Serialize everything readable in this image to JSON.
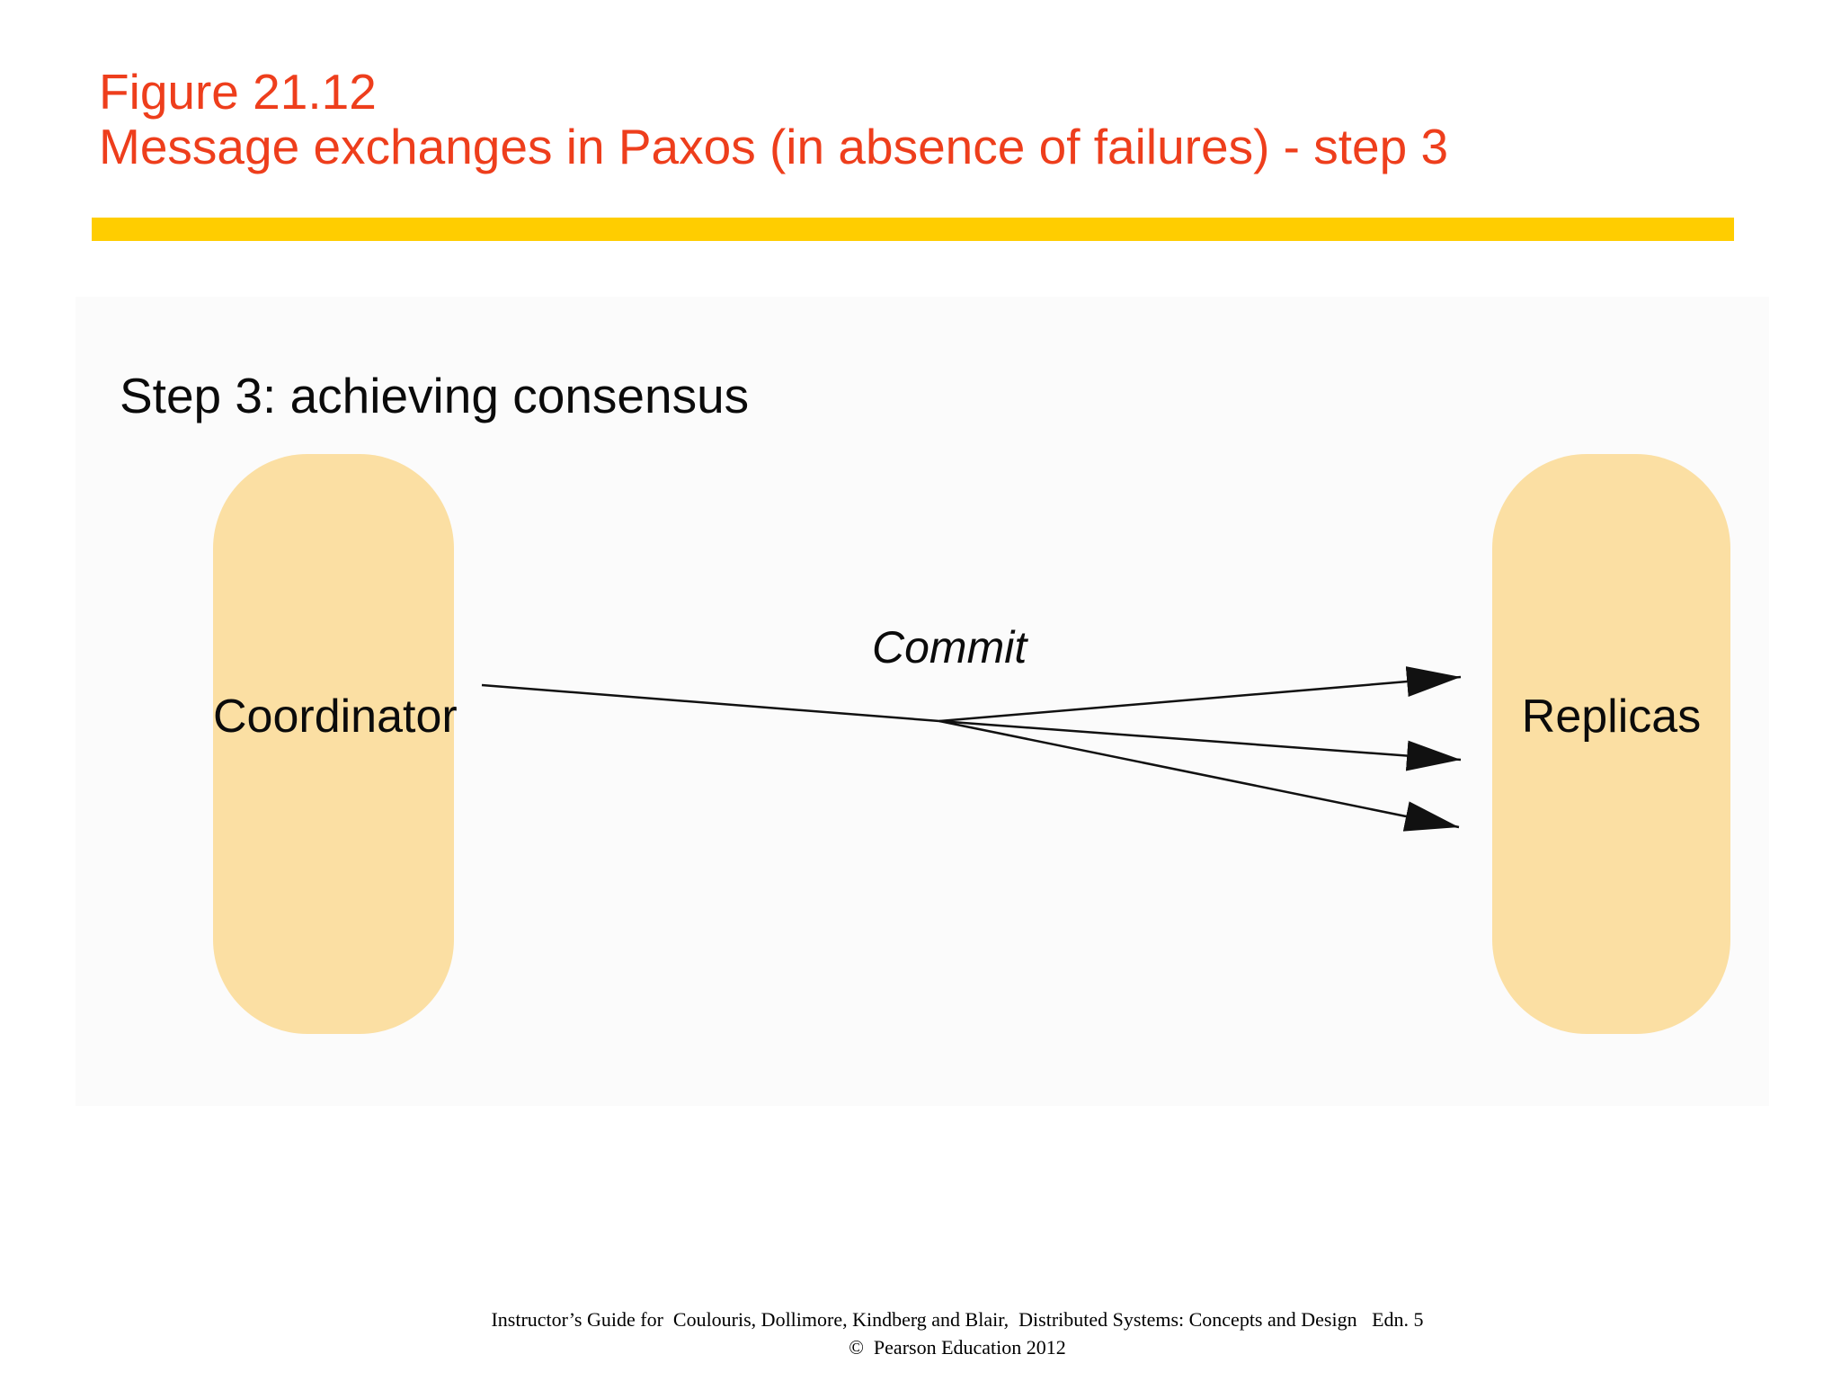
{
  "slide": {
    "title_line1": "Figure 21.12",
    "title_line2": "Message exchanges in Paxos (in absence of failures) - step 3",
    "title_color": "#EE3E1C",
    "divider_color": "#FFCD00"
  },
  "diagram": {
    "heading": "Step 3: achieving consensus",
    "node_fill": "#FBDFA3",
    "arrow_color": "#111111",
    "nodes": [
      {
        "id": "coordinator",
        "label": "Coordinator"
      },
      {
        "id": "replicas",
        "label": "Replicas"
      }
    ],
    "message_label": "Commit",
    "edges": [
      {
        "from": "coordinator",
        "to": "replicas",
        "label": "Commit",
        "arrow_count": 3
      }
    ]
  },
  "footer": {
    "line1": "Instructor’s Guide for  Coulouris, Dollimore, Kindberg and Blair,  Distributed Systems: Concepts and Design   Edn. 5",
    "line2": "©  Pearson Education 2012"
  }
}
